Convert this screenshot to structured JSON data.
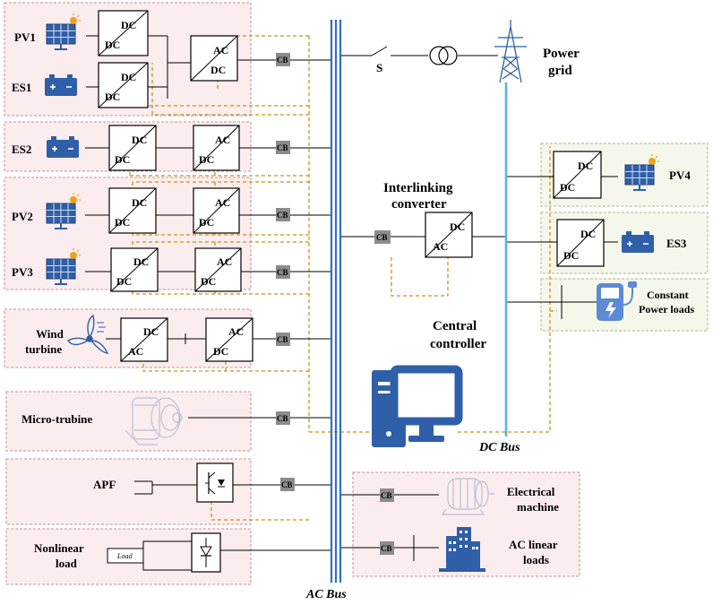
{
  "colors": {
    "ac_bus": "#2f6fc4",
    "dc_bus": "#58b4e0",
    "control_dash": "#c89414",
    "icon_blue": "#2f5fa8",
    "cb_box": "#8c8c8c",
    "panel_red": "#fbecee",
    "panel_green": "#f4f7ea"
  },
  "labels": {
    "pv1": "PV1",
    "es1": "ES1",
    "es2": "ES2",
    "pv2": "PV2",
    "pv3": "PV3",
    "wind": [
      "Wind",
      "turbine"
    ],
    "micro": "Micro-trubine",
    "apf": "APF",
    "nonlinear": [
      "Nonlinear",
      "load"
    ],
    "load_box": "Load",
    "switch": "S",
    "grid": [
      "Power",
      "grid"
    ],
    "interlinking": [
      "Interlinking",
      "converter"
    ],
    "central": [
      "Central",
      "controller"
    ],
    "pv4": "PV4",
    "es3": "ES3",
    "cpl": [
      "Constant",
      "Power loads"
    ],
    "machine": [
      "Electrical",
      "machine"
    ],
    "acload": [
      "AC linear",
      "loads"
    ],
    "ac_bus": "AC Bus",
    "dc_bus": "DC Bus",
    "cb": "CB",
    "dc": "DC",
    "ac": "AC"
  },
  "icons": [
    "solar-panel-icon",
    "battery-icon",
    "wind-turbine-icon",
    "micro-turbine-icon",
    "igbt-icon",
    "diode-icon",
    "transmission-tower-icon",
    "transformer-icon",
    "computer-icon",
    "ev-charger-icon",
    "electric-motor-icon",
    "building-icon",
    "circuit-breaker-icon"
  ]
}
